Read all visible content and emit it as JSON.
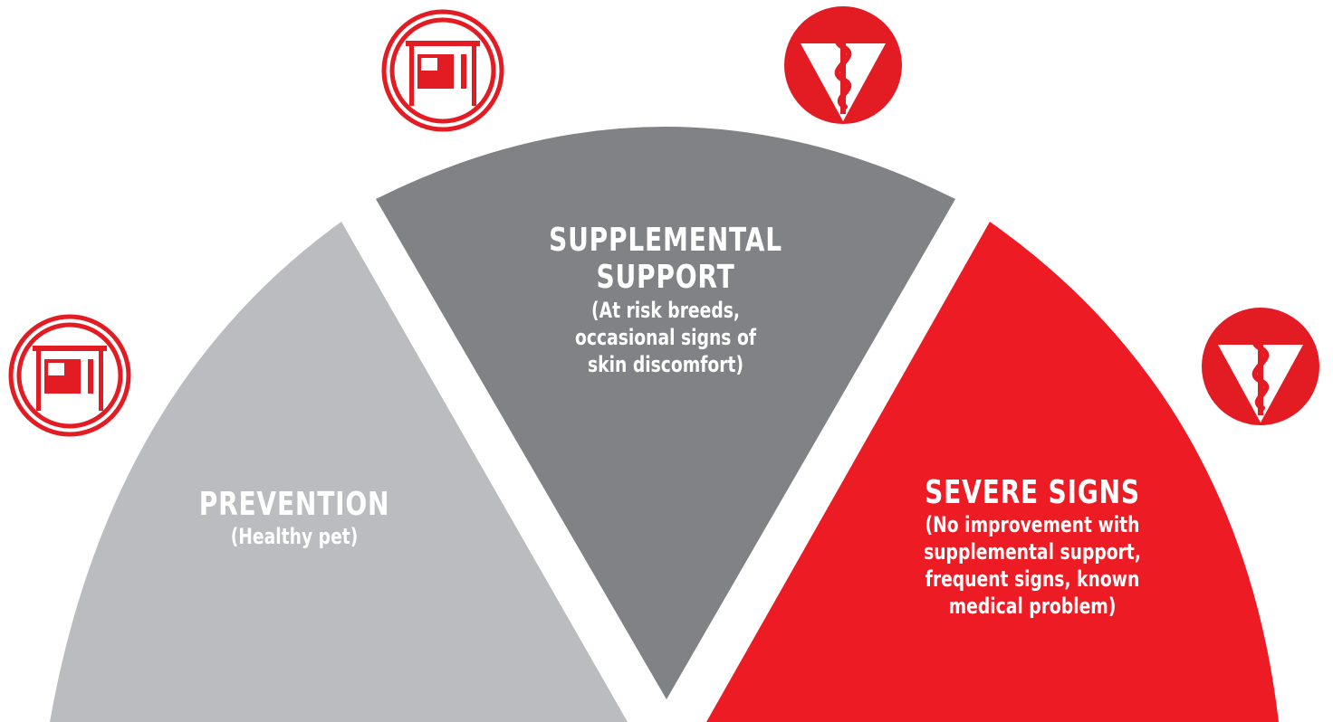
{
  "segments": [
    {
      "id": "prevention",
      "title": "PREVENTION",
      "subtitle": "(Healthy pet)"
    },
    {
      "id": "supplemental",
      "title": "SUPPLEMENTAL\nSUPPORT",
      "subtitle": "(At risk breeds,\noccasional signs of\nskin discomfort)"
    },
    {
      "id": "severe",
      "title": "SEVERE SIGNS",
      "subtitle": "(No improvement with\nsupplemental support,\nfrequent signs, known\nmedical problem)"
    }
  ],
  "colors": {
    "prevention": "#bbbcbf",
    "supplemental": "#818285",
    "severe": "#ed1c24",
    "icon_red": "#e31b23"
  },
  "icons": [
    "storefront-icon",
    "veterinary-caduceus-icon",
    "storefront-icon",
    "veterinary-caduceus-icon"
  ]
}
